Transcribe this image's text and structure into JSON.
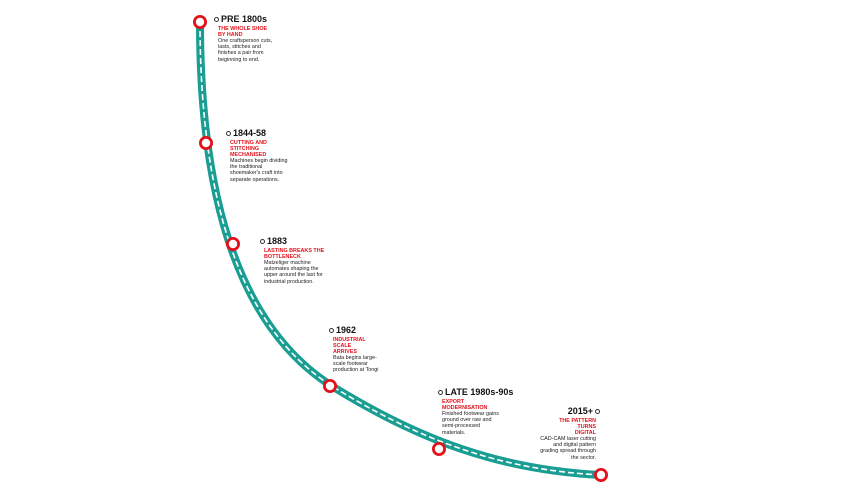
{
  "colors": {
    "track": "#1a9e93",
    "dash": "#ffffff",
    "marker": "#e3111b",
    "date": "#111111",
    "heading": "#e3111b",
    "text": "#222222"
  },
  "milestones": [
    {
      "date": "PRE 1800s",
      "heading": "THE WHOLE SHOE BY HAND",
      "text": "One craftsperson cuts, lasts, stitches and finishes a pair from beginning to end."
    },
    {
      "date": "1844-58",
      "heading": "CUTTING AND STITCHING MECHANISED",
      "text": "Machines begin dividing the traditional shoemaker's craft into separate operations."
    },
    {
      "date": "1883",
      "heading": "LASTING BREAKS THE BOTTLENECK",
      "text": "Matzeliger machine automates shaping the upper around the last for industrial production."
    },
    {
      "date": "1962",
      "heading": "INDUSTRIAL SCALE ARRIVES",
      "text": "Bata begins large-scale footwear production at Tongi"
    },
    {
      "date": "LATE 1980s-90s",
      "heading": "EXPORT MODERNISATION",
      "text": "Finished footwear gains ground over raw and semi-processed materials."
    },
    {
      "date": "2015+",
      "heading": "THE PATTERN TURNS DIGITAL",
      "text": "CAD-CAM laser cutting and digital pattern grading spread through the sector."
    }
  ]
}
